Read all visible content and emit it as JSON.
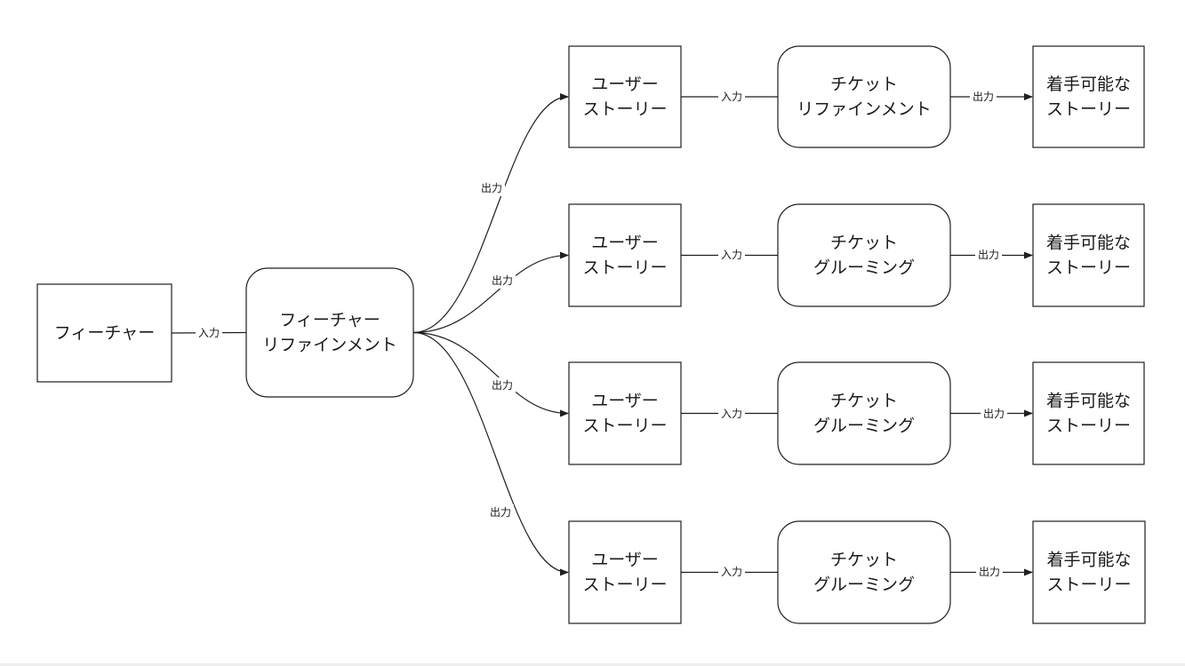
{
  "diagram": {
    "nodes": [
      {
        "id": "feature",
        "lines": [
          "フィーチャー"
        ],
        "shape": "rect"
      },
      {
        "id": "feature-refinement",
        "lines": [
          "フィーチャー",
          "リファインメント"
        ],
        "shape": "rounded"
      },
      {
        "id": "story-1",
        "lines": [
          "ユーザー",
          "ストーリー"
        ],
        "shape": "rect"
      },
      {
        "id": "story-2",
        "lines": [
          "ユーザー",
          "ストーリー"
        ],
        "shape": "rect"
      },
      {
        "id": "story-3",
        "lines": [
          "ユーザー",
          "ストーリー"
        ],
        "shape": "rect"
      },
      {
        "id": "story-4",
        "lines": [
          "ユーザー",
          "ストーリー"
        ],
        "shape": "rect"
      },
      {
        "id": "ticket-1",
        "lines": [
          "チケット",
          "リファインメント"
        ],
        "shape": "rounded"
      },
      {
        "id": "ticket-2",
        "lines": [
          "チケット",
          "グルーミング"
        ],
        "shape": "rounded"
      },
      {
        "id": "ticket-3",
        "lines": [
          "チケット",
          "グルーミング"
        ],
        "shape": "rounded"
      },
      {
        "id": "ticket-4",
        "lines": [
          "チケット",
          "グルーミング"
        ],
        "shape": "rounded"
      },
      {
        "id": "ready-1",
        "lines": [
          "着手可能な",
          "ストーリー"
        ],
        "shape": "rect"
      },
      {
        "id": "ready-2",
        "lines": [
          "着手可能な",
          "ストーリー"
        ],
        "shape": "rect"
      },
      {
        "id": "ready-3",
        "lines": [
          "着手可能な",
          "ストーリー"
        ],
        "shape": "rect"
      },
      {
        "id": "ready-4",
        "lines": [
          "着手可能な",
          "ストーリー"
        ],
        "shape": "rect"
      }
    ],
    "edges": [
      {
        "from": "feature",
        "to": "feature-refinement",
        "label": "入力",
        "arrow": false
      },
      {
        "from": "feature-refinement",
        "to": "story-1",
        "label": "出力",
        "arrow": true
      },
      {
        "from": "feature-refinement",
        "to": "story-2",
        "label": "出力",
        "arrow": true
      },
      {
        "from": "feature-refinement",
        "to": "story-3",
        "label": "出力",
        "arrow": true
      },
      {
        "from": "feature-refinement",
        "to": "story-4",
        "label": "出力",
        "arrow": true
      },
      {
        "from": "story-1",
        "to": "ticket-1",
        "label": "入力",
        "arrow": false
      },
      {
        "from": "story-2",
        "to": "ticket-2",
        "label": "入力",
        "arrow": false
      },
      {
        "from": "story-3",
        "to": "ticket-3",
        "label": "入力",
        "arrow": false
      },
      {
        "from": "story-4",
        "to": "ticket-4",
        "label": "入力",
        "arrow": false
      },
      {
        "from": "ticket-1",
        "to": "ready-1",
        "label": "出力",
        "arrow": true
      },
      {
        "from": "ticket-2",
        "to": "ready-2",
        "label": "出力",
        "arrow": true
      },
      {
        "from": "ticket-3",
        "to": "ready-3",
        "label": "出力",
        "arrow": true
      },
      {
        "from": "ticket-4",
        "to": "ready-4",
        "label": "出力",
        "arrow": true
      }
    ]
  }
}
